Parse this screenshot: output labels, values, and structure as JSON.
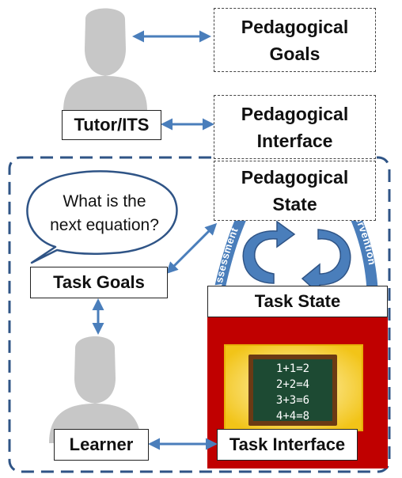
{
  "boxes": {
    "pedagogical_goals": [
      "Pedagogical",
      "Goals"
    ],
    "pedagogical_interface": [
      "Pedagogical",
      "Interface"
    ],
    "pedagogical_state": [
      "Pedagogical",
      "State"
    ],
    "tutor": "Tutor/ITS",
    "task_goals": "Task Goals",
    "task_state": "Task State",
    "learner": "Learner",
    "task_interface": "Task Interface"
  },
  "speech_bubble": [
    "What is the",
    "next equation?"
  ],
  "cycle_labels": {
    "assessment": "Assessment",
    "intervention": "Intervention"
  },
  "chalkboard": [
    "1+1=2",
    "2+2=4",
    "3+3=6",
    "4+4=8"
  ],
  "colors": {
    "arrow": "#4a7ebb",
    "dashed_frame": "#2f5486",
    "task_red": "#c00000",
    "board_green": "#1d4a33"
  }
}
